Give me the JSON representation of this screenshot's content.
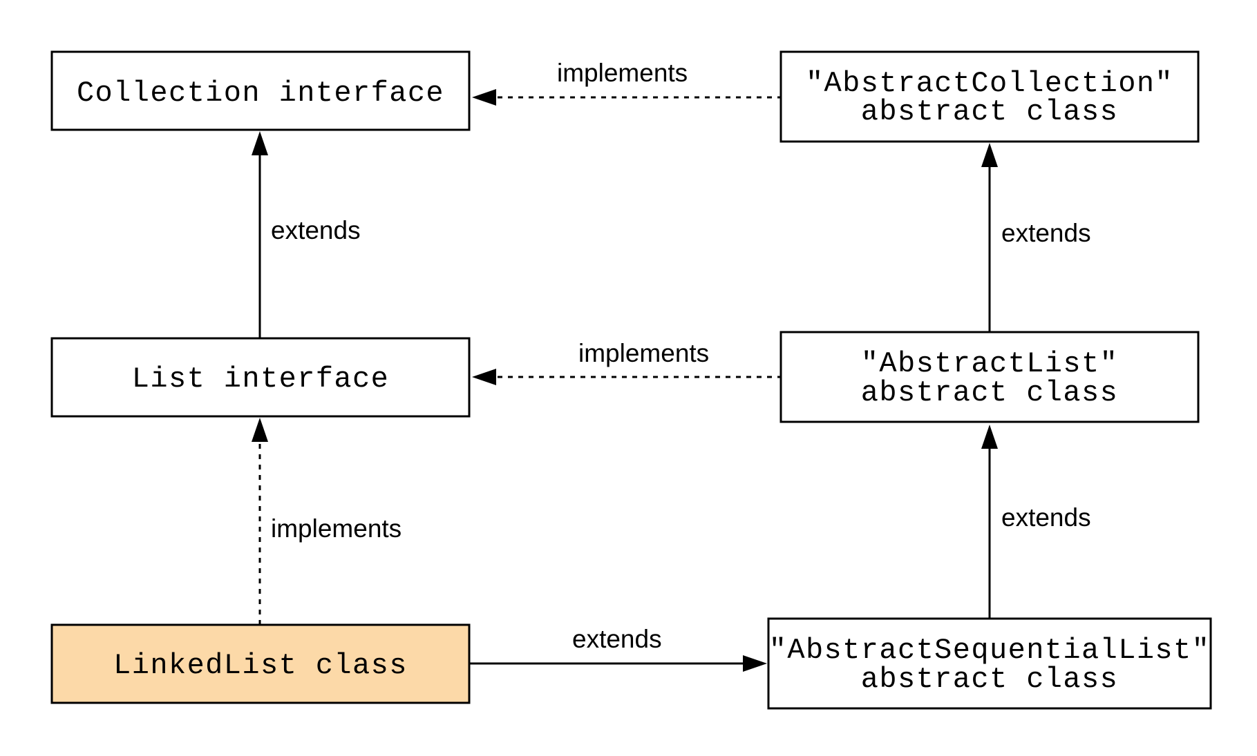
{
  "diagram": {
    "nodes": {
      "collection": {
        "lines": [
          "Collection interface"
        ]
      },
      "abstract_collection": {
        "lines": [
          "\"AbstractCollection\"",
          "abstract class"
        ]
      },
      "list": {
        "lines": [
          "List interface"
        ]
      },
      "abstract_list": {
        "lines": [
          "\"AbstractList\"",
          "abstract class"
        ]
      },
      "linked_list": {
        "lines": [
          "LinkedList class"
        ],
        "fill": "#fcd9a8"
      },
      "abstract_sequential_list": {
        "lines": [
          "\"AbstractSequentialList\"",
          "abstract class"
        ]
      }
    },
    "edges": {
      "abstract_collection_to_collection": {
        "label": "implements",
        "style": "dashed"
      },
      "list_to_collection": {
        "label": "extends",
        "style": "solid"
      },
      "abstract_list_to_abstract_collection": {
        "label": "extends",
        "style": "solid"
      },
      "abstract_list_to_list": {
        "label": "implements",
        "style": "dashed"
      },
      "linked_list_to_list": {
        "label": "implements",
        "style": "dashed"
      },
      "abstract_sequential_list_to_abstract_list": {
        "label": "extends",
        "style": "solid"
      },
      "linked_list_to_abstract_sequential_list": {
        "label": "extends",
        "style": "solid"
      }
    }
  }
}
